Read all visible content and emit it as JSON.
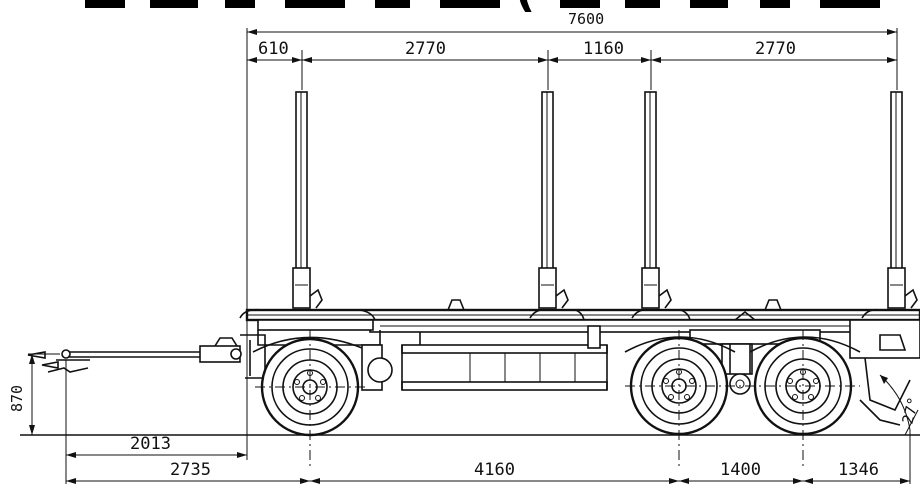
{
  "title_fragment": "(",
  "dimensions": {
    "overall_length": "7600",
    "front_overhang": "610",
    "stake_spacing_1": "2770",
    "stake_spacing_2": "1160",
    "stake_spacing_3": "2770",
    "drawbar_height": "870",
    "drawbar_to_axle": "2013",
    "eye_to_front_axle": "2735",
    "front_to_rear_axle": "4160",
    "rear_axle_spacing": "1400",
    "rear_overhang": "1346",
    "departure_angle": "27°"
  }
}
